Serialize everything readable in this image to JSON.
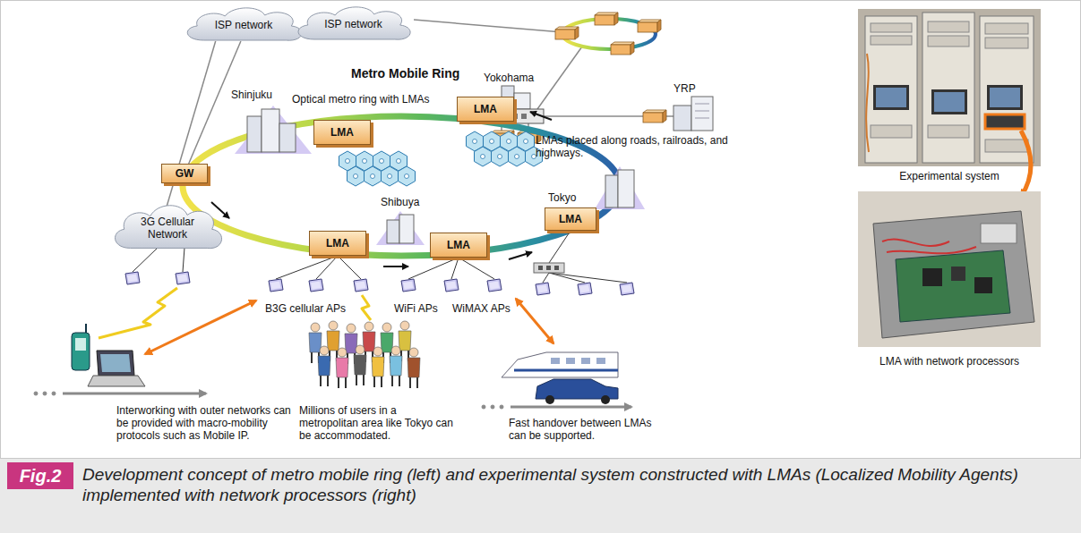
{
  "diagram": {
    "caption": "Development concept of metro mobile ring (left) and experimental system constructed with LMAs (Localized Mobility Agents) implemented with network processors (right)",
    "nodes": [
      {
        "text": [
          "ISP network"
        ]
      },
      {
        "text": [
          "ISP network"
        ]
      },
      {
        "text": [
          "GW"
        ]
      },
      {
        "text": [
          "LMA"
        ]
      },
      {
        "text": [
          "LMA"
        ]
      },
      {
        "text": [
          "3G Cellular Network"
        ]
      },
      {
        "text": [
          "LMA"
        ]
      },
      {
        "text": [
          "LMA"
        ]
      },
      {
        "text": [
          "LMA"
        ]
      }
    ],
    "edges": [
      {
        "from": 0,
        "to": 5,
        "arrow": "none"
      },
      {
        "from": 0,
        "to": 2,
        "arrow": "none"
      }
    ],
    "labels": [
      "Metro Mobile Ring",
      "Shinjuku",
      "Optical metro ring with LMAs",
      "Yokohama",
      "YRP",
      "LMAs placed along roads, railroads, and highways.",
      "Shibuya",
      "Tokyo",
      "B3G cellular APs",
      "WiFi APs",
      "WiMAX APs",
      "Interworking with outer networks can be provided with macro-mobility protocols such as Mobile IP.",
      "Millions of users in a metropolitan area like Tokyo can be accommodated.",
      "Fast handover between LMAs can be supported.",
      "Experimental system",
      "LMA with network processors",
      "Fig.2"
    ]
  }
}
